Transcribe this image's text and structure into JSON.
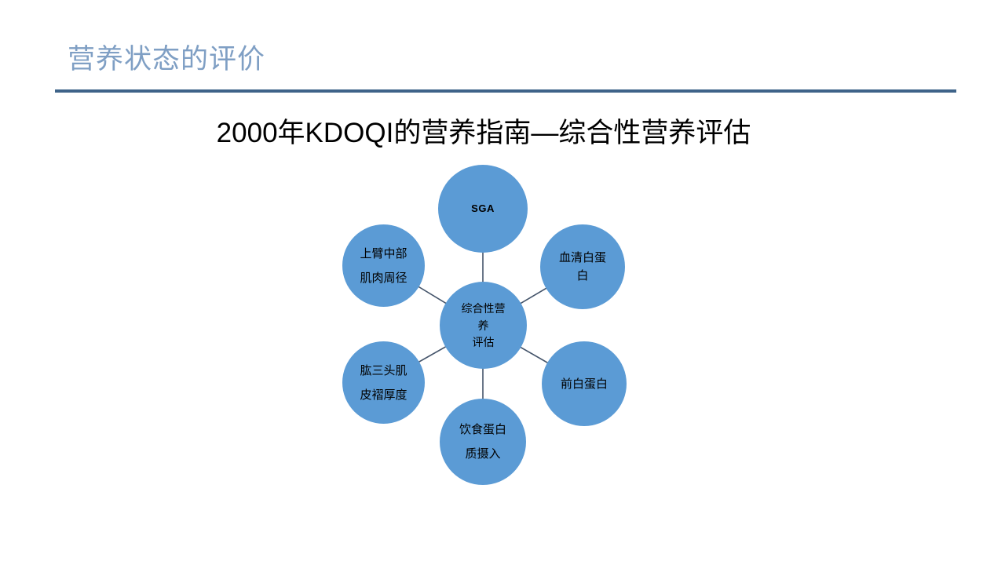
{
  "slide": {
    "header_title": "营养状态的评价",
    "main_title": "2000年KDOQI的营养指南—综合性营养评估",
    "colors": {
      "header_text": "#7F9FC4",
      "divider": "#3E6389",
      "node_fill": "#5B9BD5",
      "connector": "#44546A",
      "background": "#FFFFFF",
      "title_text": "#000000"
    }
  },
  "diagram": {
    "type": "hub-and-spoke",
    "center": {
      "id": "comprehensive-nutrition-assessment",
      "line_a": "综合性营",
      "line_b": "养",
      "line_c": "评估"
    },
    "nodes": [
      {
        "id": "sga",
        "position": "top",
        "line_a": "SGA",
        "line_b": ""
      },
      {
        "id": "serum-albumin",
        "position": "upper-right",
        "line_a": "血清白蛋",
        "line_b": "白"
      },
      {
        "id": "prealbumin",
        "position": "lower-right",
        "line_a": "前白蛋白",
        "line_b": ""
      },
      {
        "id": "dietary-protein-intake",
        "position": "bottom",
        "line_a": "饮食蛋白",
        "line_b": "质摄入"
      },
      {
        "id": "triceps-skinfold-thickness",
        "position": "lower-left",
        "line_a": "肱三头肌",
        "line_b": "皮褶厚度"
      },
      {
        "id": "mid-arm-muscle-circumference",
        "position": "upper-left",
        "line_a": "上臂中部",
        "line_b": "肌肉周径"
      }
    ]
  }
}
